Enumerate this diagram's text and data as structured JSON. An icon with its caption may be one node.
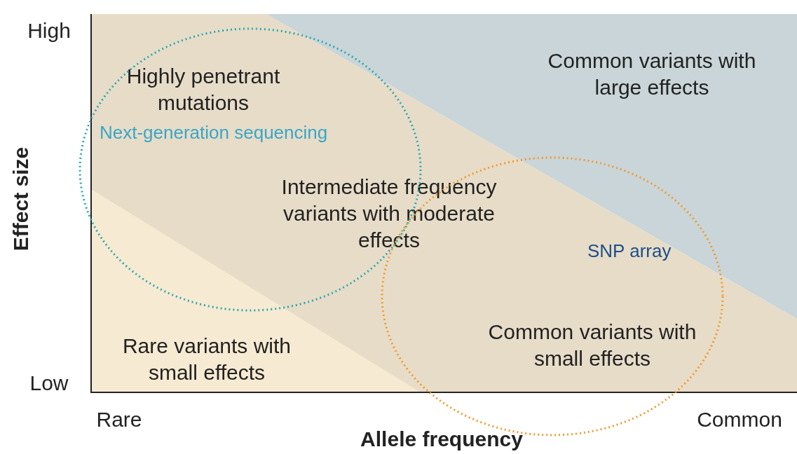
{
  "diagram": {
    "nodes": [
      {
        "text": [
          "Next-generation sequencing"
        ]
      },
      {
        "text": [
          "SNP array"
        ]
      }
    ],
    "labels": [
      "High",
      "Low",
      "Effect size",
      "Highly penetrant mutations",
      "Common variants with large effects",
      "Intermediate frequency variants with moderate effects",
      "Rare variants with small effects",
      "Common variants with small effects",
      "Rare",
      "Common",
      "Allele frequency"
    ]
  }
}
